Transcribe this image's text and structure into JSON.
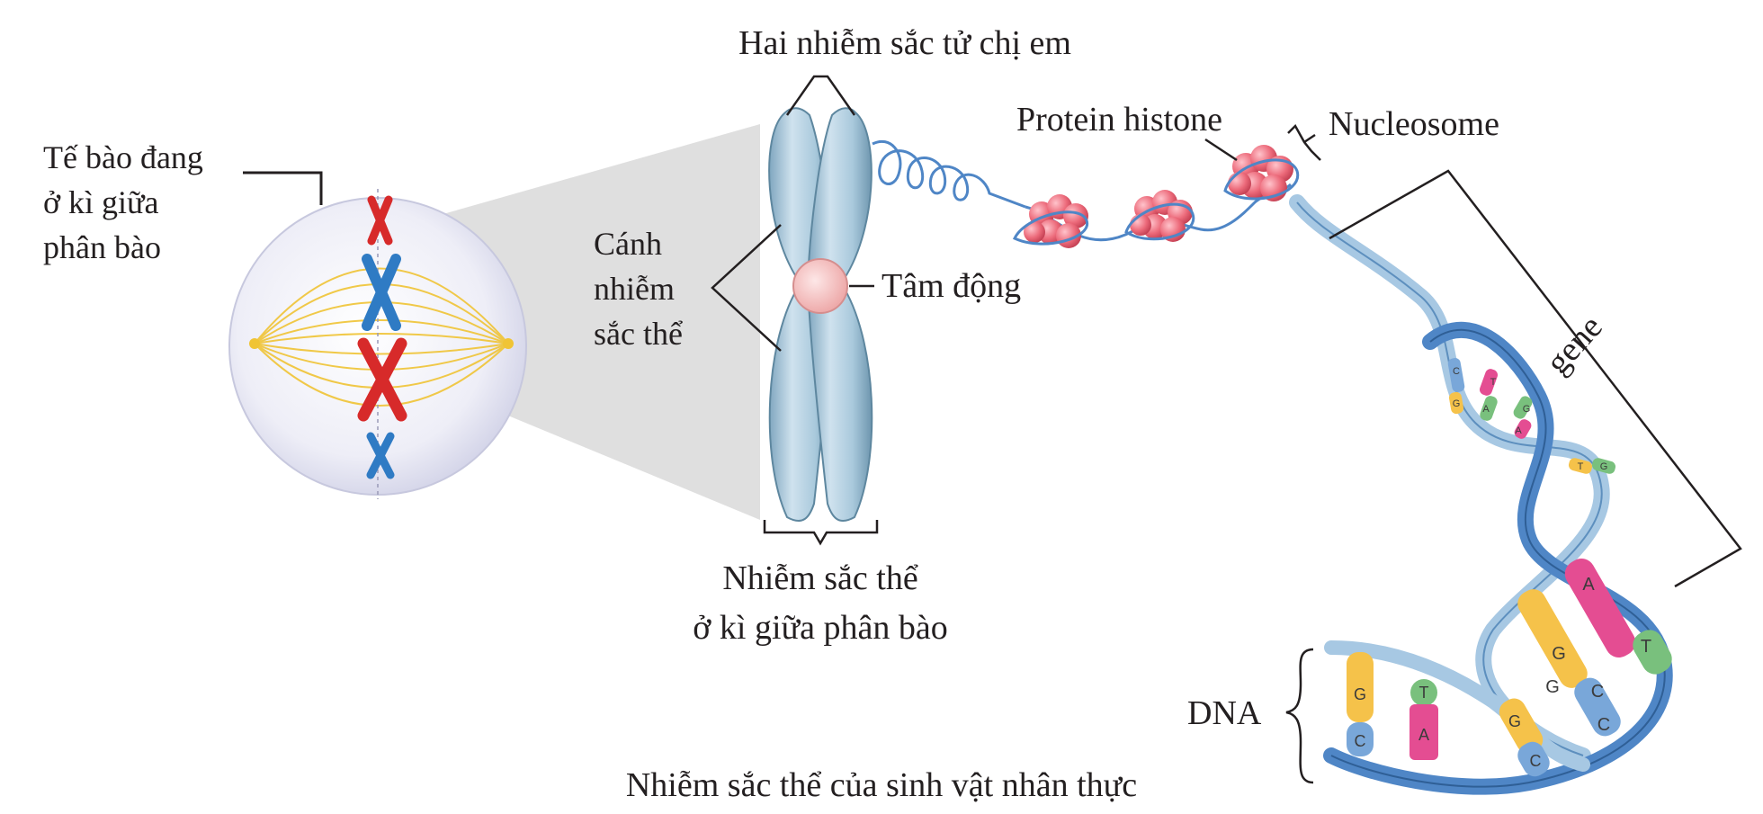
{
  "labels": {
    "sister_chromatids": "Hai nhiễm sắc tử chị em",
    "cell_metaphase_line1": "Tế bào đang",
    "cell_metaphase_line2": "ở kì giữa",
    "cell_metaphase_line3": "phân bào",
    "arm_line1": "Cánh",
    "arm_line2": "nhiễm",
    "arm_line3": "sắc thể",
    "centromere": "Tâm động",
    "histone": "Protein histone",
    "nucleosome": "Nucleosome",
    "gene": "gene",
    "dna": "DNA",
    "metaphase_chromosome_line1": "Nhiễm sắc thể",
    "metaphase_chromosome_line2": "ở kì giữa phân bào",
    "caption": "Nhiễm sắc thể của sinh vật nhân thực"
  },
  "base_pairs": {
    "upper_turn": [
      "C",
      "G",
      "T",
      "A",
      "G",
      "A",
      "T",
      "G"
    ],
    "lower_turn": [
      "G",
      "T",
      "A",
      "G",
      "C",
      "G",
      "C",
      "A",
      "T",
      "C",
      "G",
      "C"
    ]
  },
  "colors": {
    "chromosome": "#a9c9dc",
    "centromere": "#f6c6c6",
    "histone": "#ec6a7a",
    "dna_strand": "#4f86c6",
    "dna_strand_light": "#a7c8e3",
    "base_G": "#f5c24a",
    "base_C": "#79a7d9",
    "base_A": "#e44d92",
    "base_T": "#79c07d",
    "red_chromosome": "#d72a2a",
    "blue_chromosome": "#2f7bc4"
  }
}
